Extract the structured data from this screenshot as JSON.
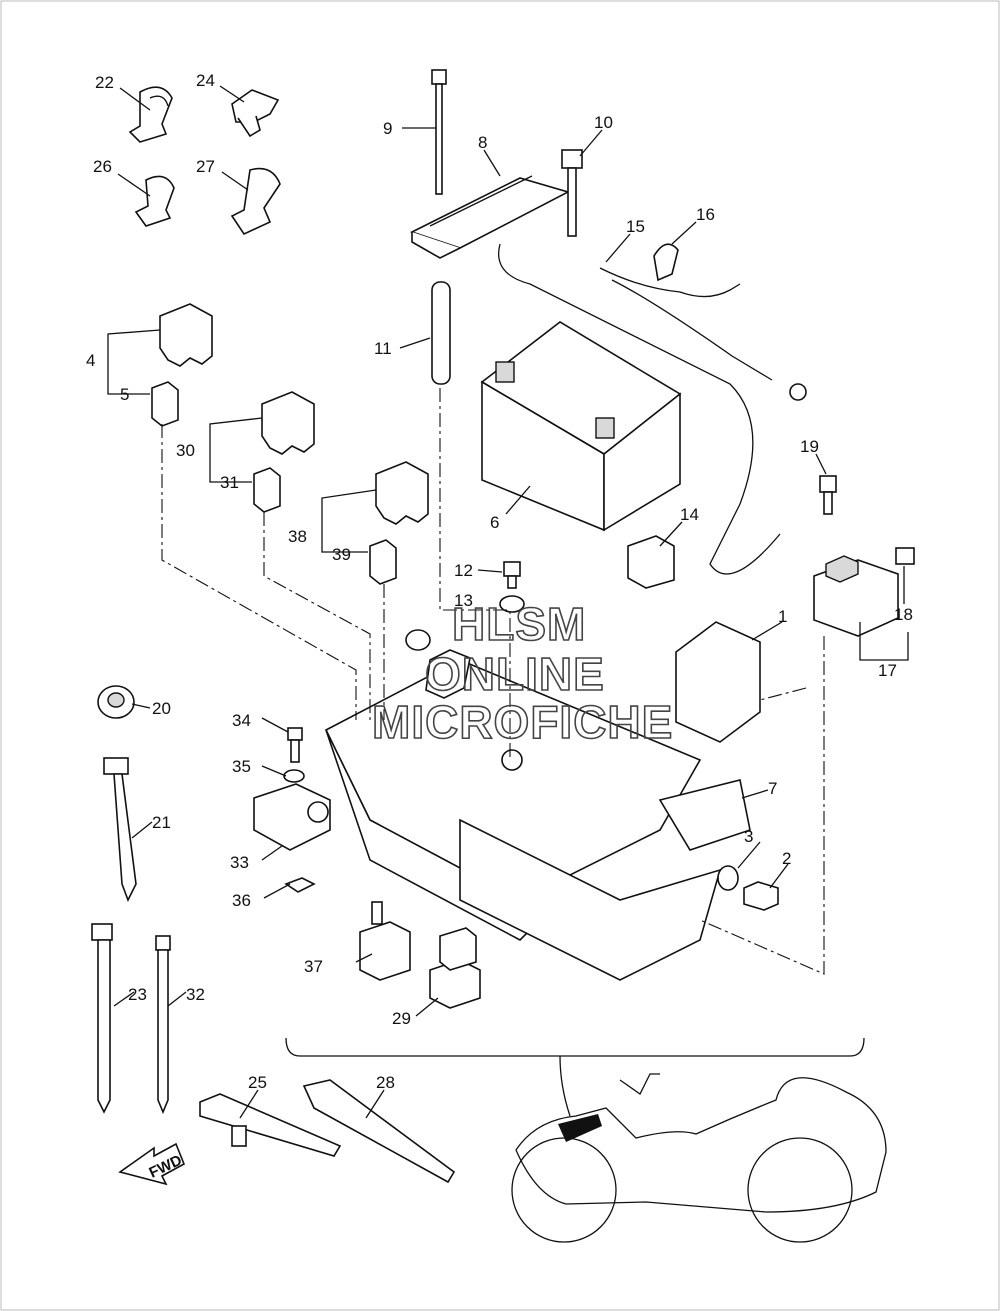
{
  "diagram": {
    "part_labels": [
      {
        "id": "p1",
        "text": "1"
      },
      {
        "id": "p2",
        "text": "2"
      },
      {
        "id": "p3",
        "text": "3"
      },
      {
        "id": "p4",
        "text": "4"
      },
      {
        "id": "p5",
        "text": "5"
      },
      {
        "id": "p6",
        "text": "6"
      },
      {
        "id": "p7",
        "text": "7"
      },
      {
        "id": "p8",
        "text": "8"
      },
      {
        "id": "p9",
        "text": "9"
      },
      {
        "id": "p10",
        "text": "10"
      },
      {
        "id": "p11",
        "text": "11"
      },
      {
        "id": "p12",
        "text": "12"
      },
      {
        "id": "p13",
        "text": "13"
      },
      {
        "id": "p14",
        "text": "14"
      },
      {
        "id": "p15",
        "text": "15"
      },
      {
        "id": "p16",
        "text": "16"
      },
      {
        "id": "p17",
        "text": "17"
      },
      {
        "id": "p18",
        "text": "18"
      },
      {
        "id": "p19",
        "text": "19"
      },
      {
        "id": "p20",
        "text": "20"
      },
      {
        "id": "p21",
        "text": "21"
      },
      {
        "id": "p22",
        "text": "22"
      },
      {
        "id": "p23",
        "text": "23"
      },
      {
        "id": "p24",
        "text": "24"
      },
      {
        "id": "p25",
        "text": "25"
      },
      {
        "id": "p26",
        "text": "26"
      },
      {
        "id": "p27",
        "text": "27"
      },
      {
        "id": "p28",
        "text": "28"
      },
      {
        "id": "p29",
        "text": "29"
      },
      {
        "id": "p30",
        "text": "30"
      },
      {
        "id": "p31",
        "text": "31"
      },
      {
        "id": "p32",
        "text": "32"
      },
      {
        "id": "p33",
        "text": "33"
      },
      {
        "id": "p34",
        "text": "34"
      },
      {
        "id": "p35",
        "text": "35"
      },
      {
        "id": "p36",
        "text": "36"
      },
      {
        "id": "p37",
        "text": "37"
      },
      {
        "id": "p38",
        "text": "38"
      },
      {
        "id": "p39",
        "text": "39"
      }
    ],
    "direction_arrow": "FWD",
    "watermark": {
      "line1": "HLSM",
      "line2": "ONLINE",
      "line3": "MICROFICHE"
    },
    "icons": [
      "fwd-arrow-icon",
      "motorcycle-outline-icon",
      "battery-icon"
    ]
  }
}
